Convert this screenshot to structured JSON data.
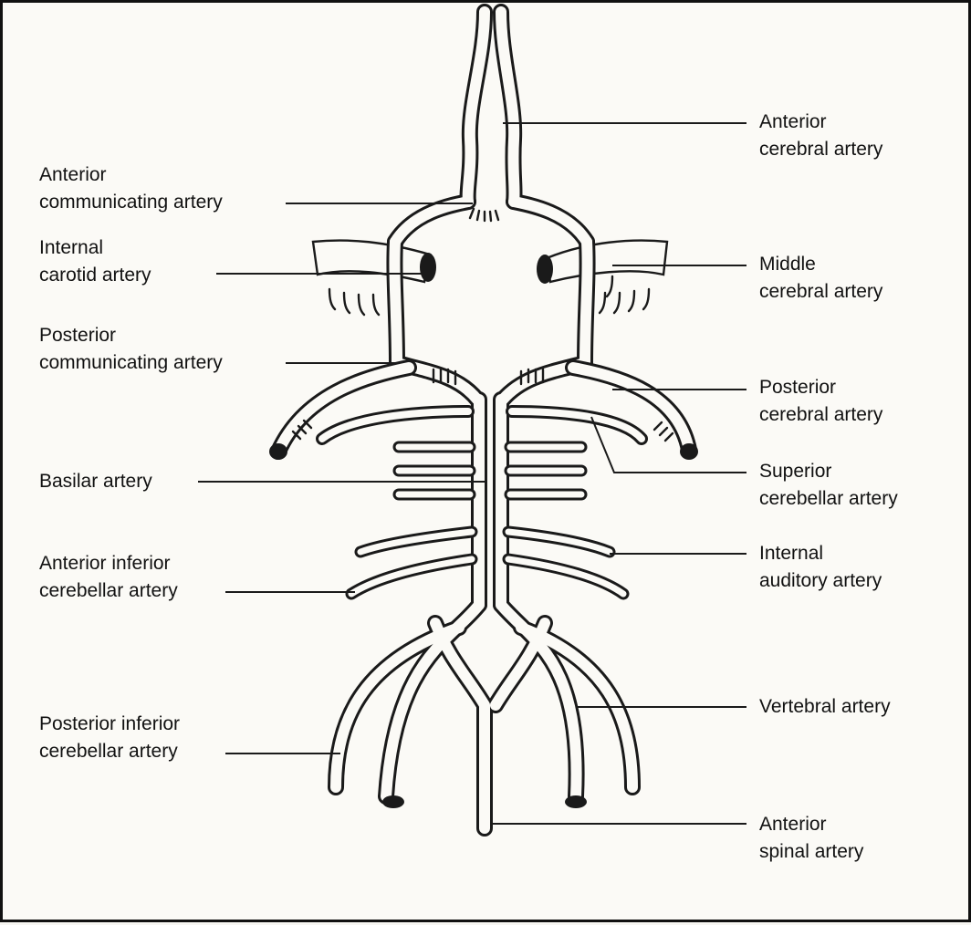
{
  "labels": {
    "anterior_cerebral": [
      "Anterior",
      "cerebral artery"
    ],
    "anterior_communicating": [
      "Anterior",
      "communicating artery"
    ],
    "internal_carotid": [
      "Internal",
      "carotid artery"
    ],
    "middle_cerebral": [
      "Middle",
      "cerebral artery"
    ],
    "posterior_communicating": [
      "Posterior",
      "communicating artery"
    ],
    "posterior_cerebral": [
      "Posterior",
      "cerebral artery"
    ],
    "basilar": [
      "Basilar artery"
    ],
    "superior_cerebellar": [
      "Superior",
      "cerebellar artery"
    ],
    "internal_auditory": [
      "Internal",
      "auditory artery"
    ],
    "anterior_inferior_cerebellar": [
      "Anterior inferior",
      "cerebellar artery"
    ],
    "vertebral": [
      "Vertebral artery"
    ],
    "posterior_inferior_cerebellar": [
      "Posterior inferior",
      "cerebellar artery"
    ],
    "anterior_spinal": [
      "Anterior",
      "spinal artery"
    ]
  }
}
